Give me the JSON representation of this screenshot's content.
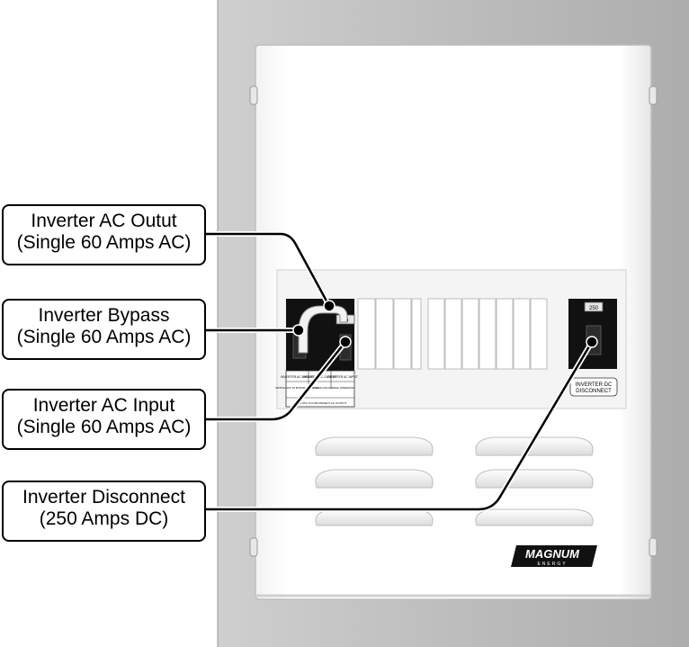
{
  "callouts": [
    {
      "line1": "Inverter AC Outut",
      "line2": "(Single 60 Amps AC)"
    },
    {
      "line1": "Inverter Bypass",
      "line2": "(Single 60 Amps AC)"
    },
    {
      "line1": "Inverter AC Input",
      "line2": "(Single 60 Amps AC)"
    },
    {
      "line1": "Inverter Disconnect",
      "line2": "(250 Amps DC)"
    }
  ],
  "panel": {
    "breaker_label_bypass": "INVERTER AC BYPASS",
    "breaker_label_output": "INVERTER AC OUTPUT",
    "breaker_label_input": "INVERTER AC INPUT",
    "switch_off_note": "SWITCH OFF TO BYPASS INVERTER",
    "switch_on_note": "SWITCH ON FOR NORMAL OPERATION",
    "both_off_note": "BOTH OFF TO DISCONNECT AC OUTPUT",
    "breaker_rating_ac": "60",
    "breaker_rating_dc": "250",
    "dc_label_line1": "INVERTER DC",
    "dc_label_line2": "DISCONNECT",
    "brand": "MAGNUM",
    "brand_sub": "ENERGY"
  },
  "colors": {
    "frame": "#b9b9b9",
    "enclosure": "#ffffff",
    "breaker_black": "#111111",
    "leader_line": "#000000"
  }
}
